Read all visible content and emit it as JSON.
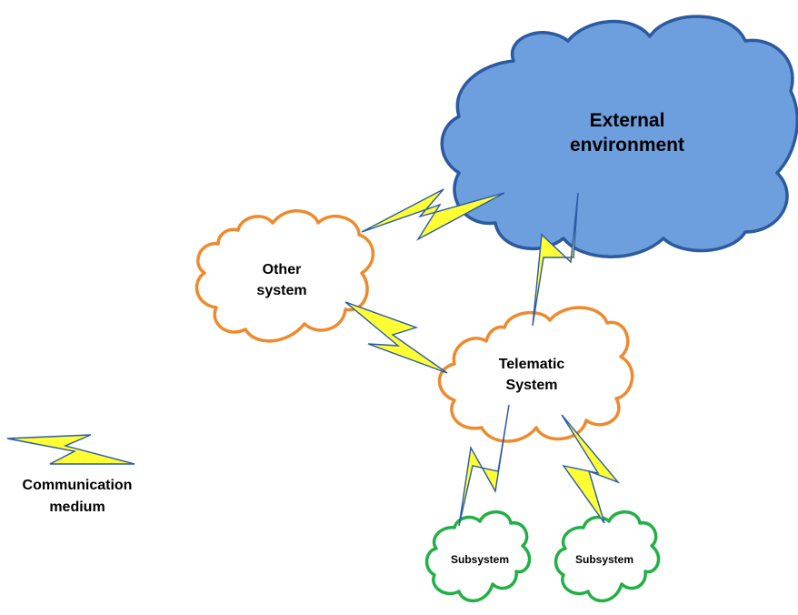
{
  "colors": {
    "external_fill": "#6d9ede",
    "external_stroke": "#2b5a9e",
    "orange_stroke": "#ee8a2e",
    "green_stroke": "#22b046",
    "bolt_fill": "#ffff33",
    "bolt_stroke": "#2a5aa8"
  },
  "nodes": {
    "external": {
      "line1": "External",
      "line2": "environment"
    },
    "other": {
      "line1": "Other",
      "line2": "system"
    },
    "telematic": {
      "line1": "Telematic",
      "line2": "System"
    },
    "subsystem_left": {
      "label": "Subsystem"
    },
    "subsystem_right": {
      "label": "Subsystem"
    }
  },
  "legend": {
    "line1": "Communication",
    "line2": "medium",
    "icon": "lightning-bolt-icon"
  },
  "links": [
    {
      "from": "other",
      "to": "external"
    },
    {
      "from": "external",
      "to": "telematic"
    },
    {
      "from": "other",
      "to": "telematic"
    },
    {
      "from": "telematic",
      "to": "subsystem_left"
    },
    {
      "from": "telematic",
      "to": "subsystem_right"
    }
  ]
}
